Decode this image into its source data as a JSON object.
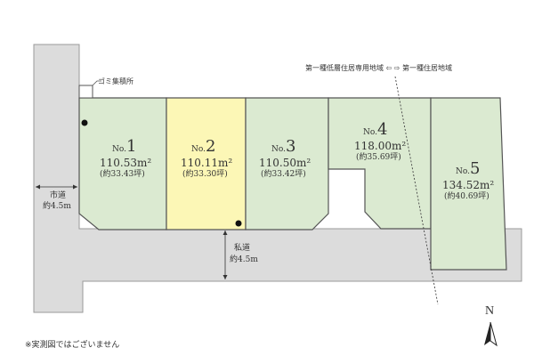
{
  "colors": {
    "lot_fill": "#dbead1",
    "lot_highlight_fill": "#fcf7b6",
    "road_fill": "#dcdcdc",
    "outline": "#555555"
  },
  "lots": [
    {
      "no_prefix": "No.",
      "no_num": "1",
      "area": "110.53m²",
      "tsubo": "(約33.43坪)",
      "highlight": false
    },
    {
      "no_prefix": "No.",
      "no_num": "2",
      "area": "110.11m²",
      "tsubo": "(約33.30坪)",
      "highlight": true
    },
    {
      "no_prefix": "No.",
      "no_num": "3",
      "area": "110.50m²",
      "tsubo": "(約33.42坪)",
      "highlight": false
    },
    {
      "no_prefix": "No.",
      "no_num": "4",
      "area": "118.00m²",
      "tsubo": "(約35.69坪)",
      "highlight": false
    },
    {
      "no_prefix": "No.",
      "no_num": "5",
      "area": "134.52m²",
      "tsubo": "(約40.69坪)",
      "highlight": false
    }
  ],
  "labels": {
    "garbage": "ゴミ集積所",
    "zoning": "第一種低層住居専用地域 ⇦ ⇨ 第一種住居地域",
    "city_road_name": "市道",
    "city_road_width": "約4.5m",
    "private_road_name": "私道",
    "private_road_width": "約4.5m",
    "north": "N",
    "note": "※実測図ではございません"
  }
}
